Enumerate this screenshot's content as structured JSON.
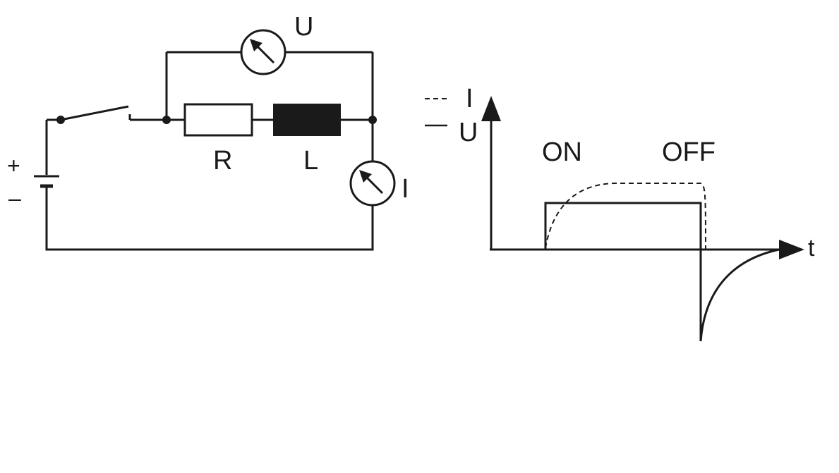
{
  "circuit": {
    "battery": {
      "plus": "+",
      "minus": "–"
    },
    "voltmeter": {
      "label": "U",
      "icon": "voltmeter-icon"
    },
    "ammeter": {
      "label": "I",
      "icon": "ammeter-icon"
    },
    "resistor": {
      "label": "R"
    },
    "inductor": {
      "label": "L"
    }
  },
  "graph": {
    "legend": [
      {
        "line": "dashed",
        "label": "I"
      },
      {
        "line": "solid",
        "label": "U"
      }
    ],
    "x_axis_label": "t",
    "annotations": {
      "on": "ON",
      "off": "OFF"
    }
  }
}
